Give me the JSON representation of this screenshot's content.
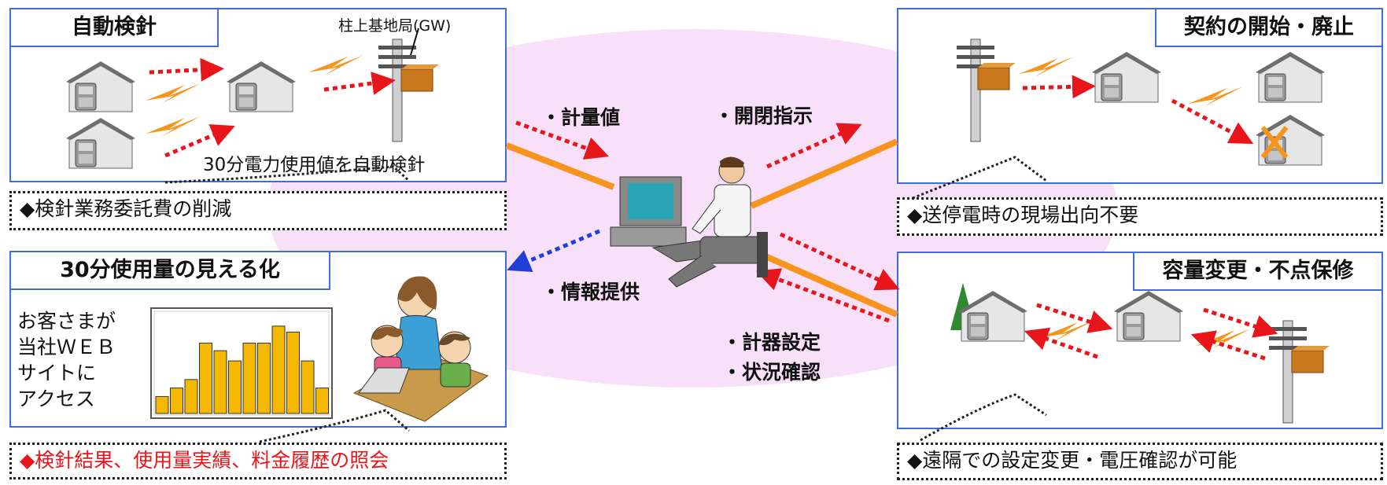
{
  "panels": {
    "auto_reading": {
      "title": "自動検針",
      "gw_label": "柱上基地局(GW)",
      "reading_caption": "30分電力使用値を自動検針",
      "callout": "◆検針業務委託費の削減"
    },
    "contract": {
      "title": "契約の開始・廃止",
      "callout": "◆送停電時の現場出向不要"
    },
    "usage": {
      "title": "30分使用量の見える化",
      "web_text": "お客さまが\n当社ＷＥＢ\nサイトに\nアクセス",
      "callout": "◆検針結果、使用量実績、料金履歴の照会"
    },
    "capacity": {
      "title": "容量変更・不点保修",
      "callout": "◆遠隔での設定変更・電圧確認が可能"
    }
  },
  "center_labels": {
    "meter_value": "・計量値",
    "open_close": "・開閉指示",
    "info": "・情報提供",
    "meter_setting": "・計器設定",
    "status": "・状況確認"
  },
  "colors": {
    "panel_border": "#3d6fd6",
    "ellipse": "#f9e0f9",
    "link": "#f7941d",
    "red_arrow": "#e8151b",
    "blue_arrow": "#1f3fd6",
    "bar": "#f5b800",
    "callout_red_text": "#e8151b"
  },
  "chart_data": {
    "type": "bar",
    "values": [
      2,
      3,
      4,
      8.3,
      7.4,
      6.2,
      8.3,
      8.3,
      10.3,
      9.6,
      6.2,
      3
    ]
  }
}
